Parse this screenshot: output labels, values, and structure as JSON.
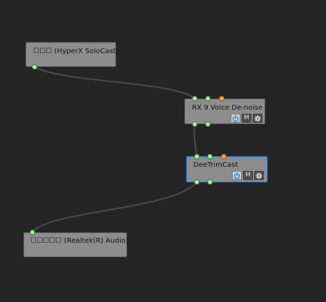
{
  "nodes": {
    "input_device": {
      "title": "☐☐☐ (HyperX SoloCast)"
    },
    "rx9_denoise": {
      "title": "RX 9 Voice De-noise",
      "mute_label": "M"
    },
    "deetrimcast": {
      "title": "DeeTrimCast",
      "mute_label": "M"
    },
    "output_device": {
      "title": "☐☐☐☐☐ (Realtek(R) Audio)"
    }
  },
  "icons": {
    "power": "power-icon",
    "settings": "gear-icon"
  },
  "colors": {
    "background": "#252525",
    "node_fill": "#8d8d8d",
    "port_audio": "#9ff59a",
    "port_sidechain": "#ff9f1a",
    "selection_border": "#3a8ee8",
    "power_icon": "#1a7fe0",
    "wire": "#4a4a4a"
  }
}
